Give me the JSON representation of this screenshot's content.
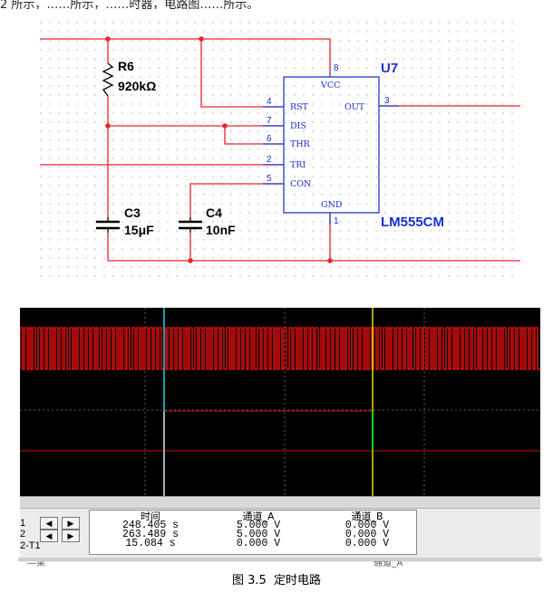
{
  "header_fragment": "2 所示，……所示，……时器，电路图……所示。",
  "components": {
    "r6": {
      "ref": "R6",
      "value": "920kΩ"
    },
    "c3": {
      "ref": "C3",
      "value": "15μF"
    },
    "c4": {
      "ref": "C4",
      "value": "10nF"
    },
    "u7": {
      "ref": "U7",
      "part": "LM555CM"
    }
  },
  "ic_pins": {
    "vcc": {
      "name": "VCC",
      "num": "8"
    },
    "rst": {
      "name": "RST",
      "num": "4"
    },
    "dis": {
      "name": "DIS",
      "num": "7"
    },
    "thr": {
      "name": "THR",
      "num": "6"
    },
    "tri": {
      "name": "TRI",
      "num": "2"
    },
    "con": {
      "name": "CON",
      "num": "5"
    },
    "gnd": {
      "name": "GND",
      "num": "1"
    },
    "out": {
      "name": "OUT",
      "num": "3"
    }
  },
  "panel": {
    "row1": "1",
    "row2": "2",
    "row3": "2-T1",
    "columns": [
      {
        "header": "时间",
        "values": [
          "248.405 s",
          "263.489 s",
          "15.084 s"
        ]
      },
      {
        "header": "通道_A",
        "values": [
          "5.000 V",
          "5.000 V",
          "0.000 V"
        ]
      },
      {
        "header": "通道_B",
        "values": [
          "0.000 V",
          "0.000 V",
          "0.000 V"
        ]
      }
    ],
    "cut_label_left": "—莱",
    "cut_label_right": "通道_A"
  },
  "caption": {
    "fig": "图 3.5",
    "title": "定时电路"
  },
  "colors": {
    "wire": "#e8242b",
    "label": "#1a2fcf",
    "trace": "#ff1010",
    "cursor1": "#19c3d6",
    "cursor2": "#d6cc14"
  }
}
